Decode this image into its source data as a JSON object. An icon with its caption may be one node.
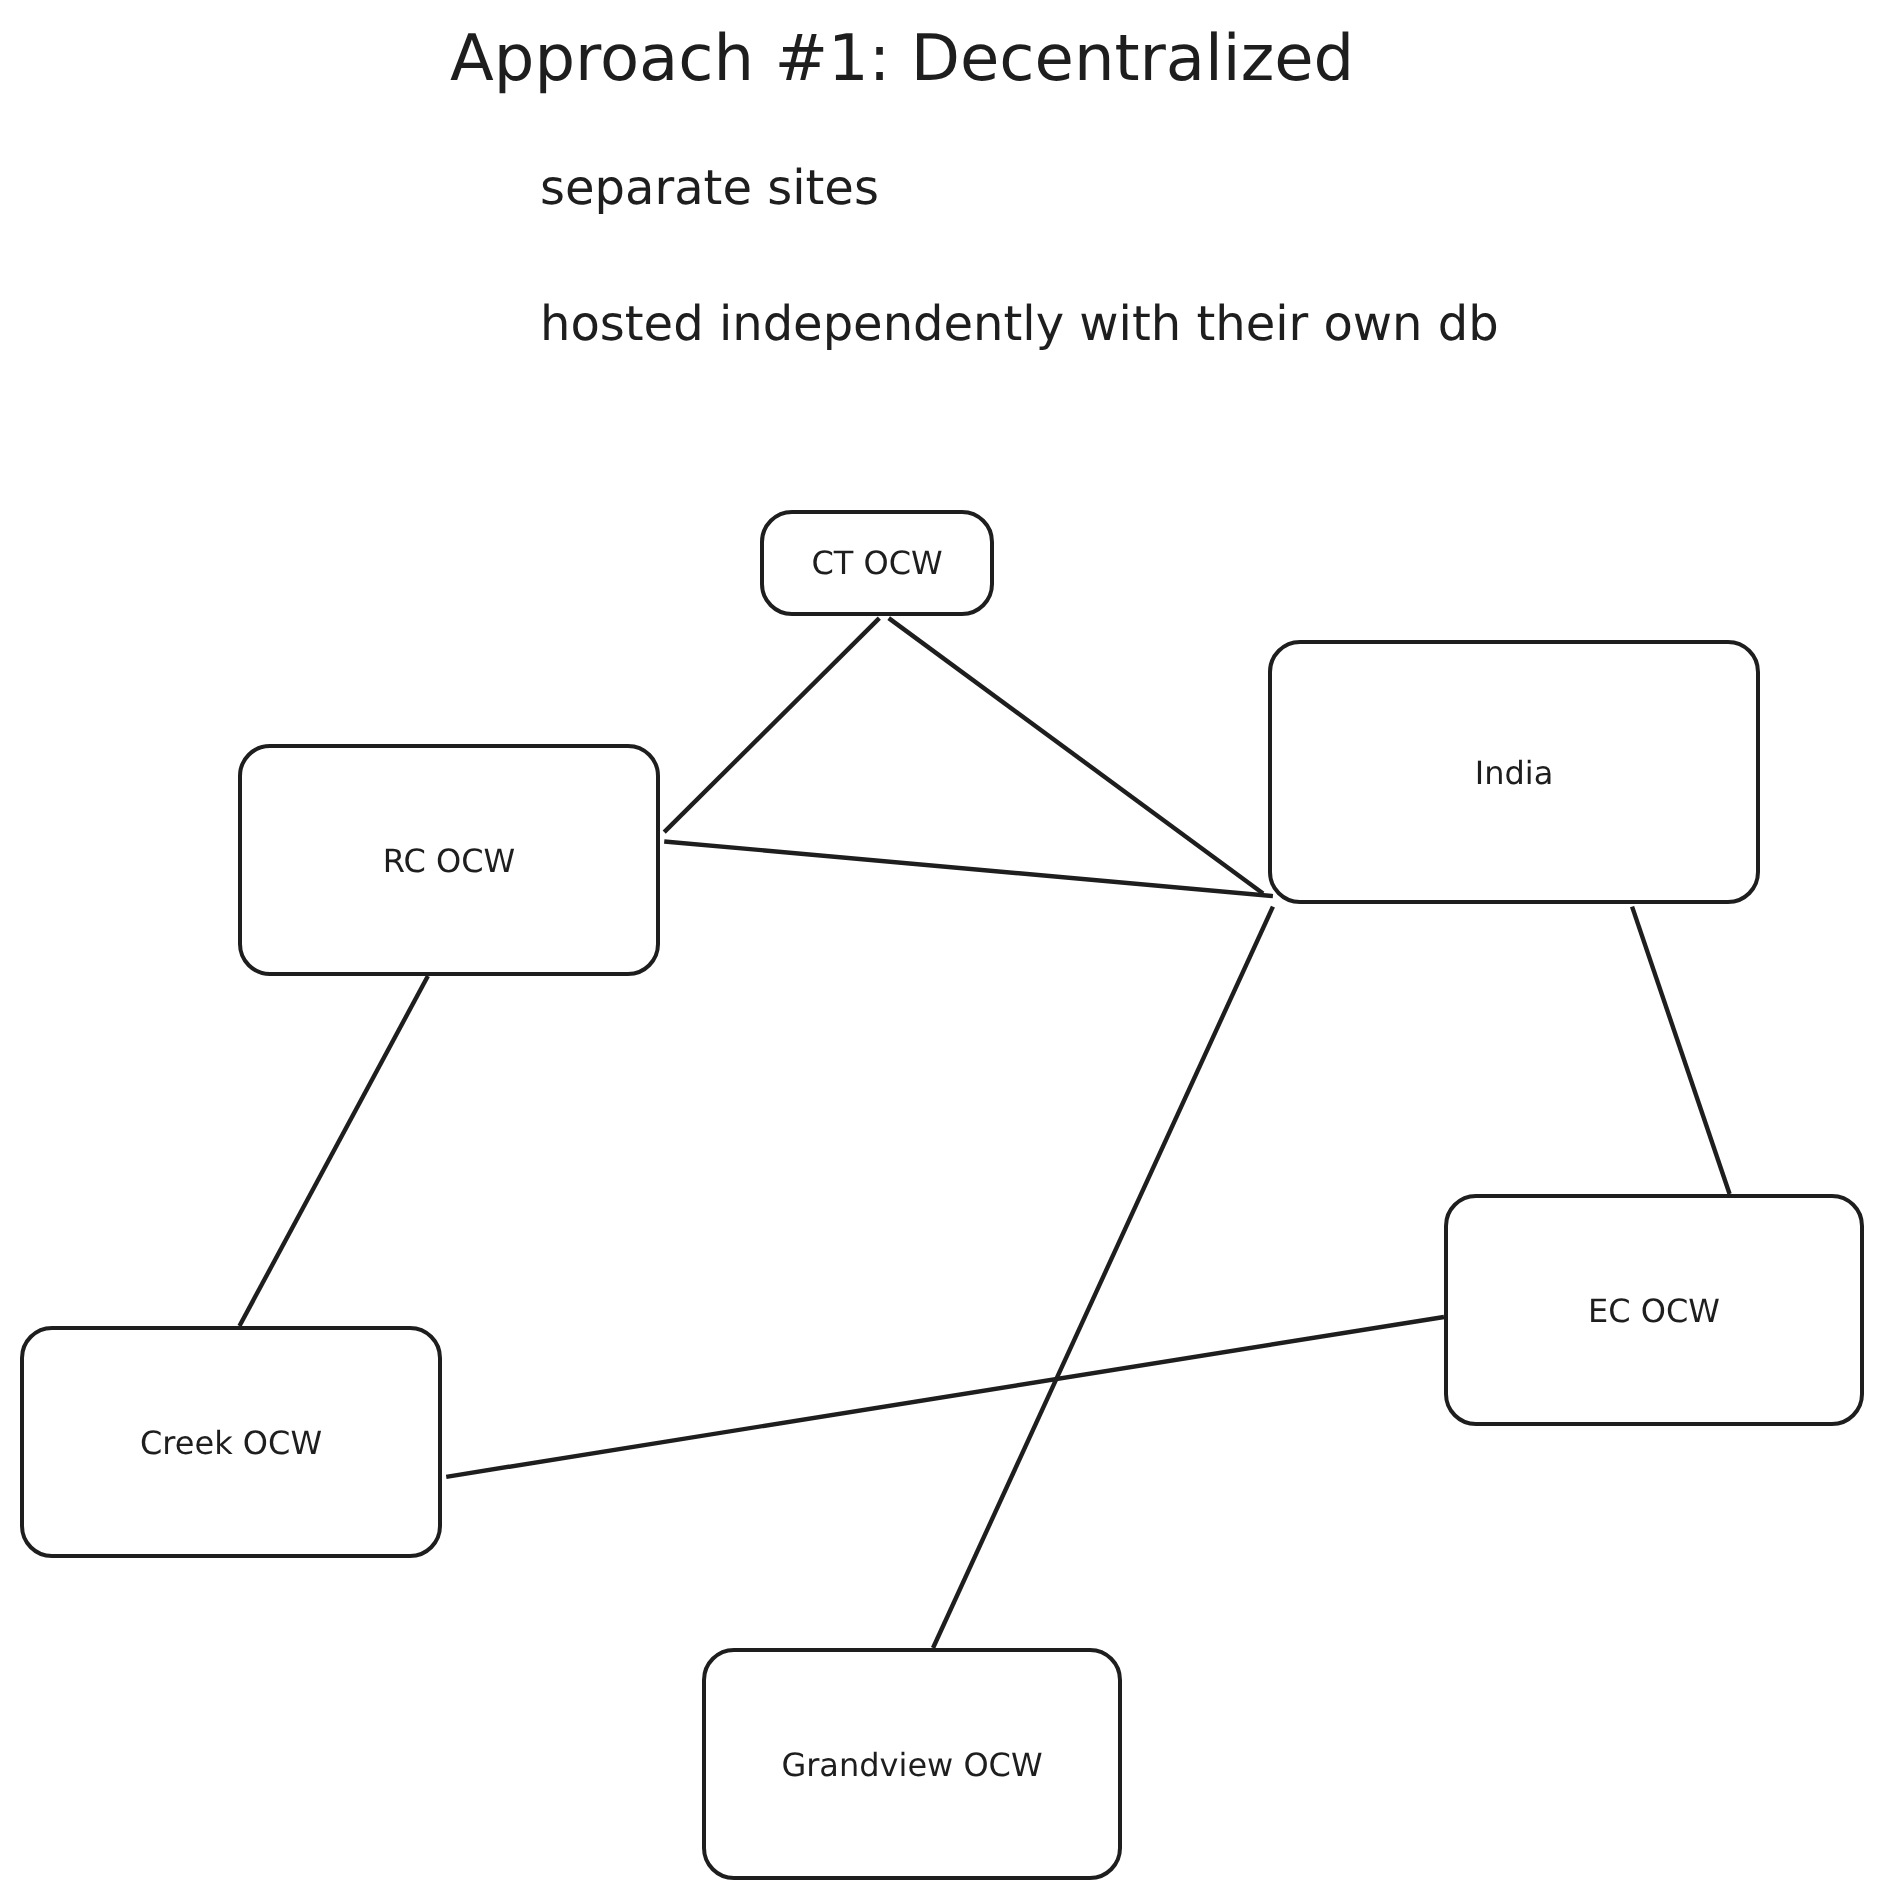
{
  "diagram": {
    "title": "Approach #1: Decentralized",
    "nodes": [
      {
        "text": [
          "CT OCW"
        ]
      },
      {
        "text": [
          "India"
        ]
      },
      {
        "text": [
          "RC OCW"
        ]
      },
      {
        "text": [
          "EC OCW"
        ]
      },
      {
        "text": [
          "Creek OCW"
        ]
      },
      {
        "text": [
          "Grandview OCW"
        ]
      }
    ],
    "edges": [
      {
        "from": 0,
        "to": 2,
        "arrow": "none"
      },
      {
        "from": 0,
        "to": 1,
        "arrow": "none"
      },
      {
        "from": 2,
        "to": 1,
        "arrow": "none"
      },
      {
        "from": 2,
        "to": 4,
        "arrow": "none"
      },
      {
        "from": 1,
        "to": 3,
        "arrow": "none"
      },
      {
        "from": 4,
        "to": 3,
        "arrow": "none"
      },
      {
        "from": 1,
        "to": 5,
        "arrow": "none"
      }
    ],
    "labels": [
      "separate sites",
      "hosted independently with their own db"
    ]
  }
}
